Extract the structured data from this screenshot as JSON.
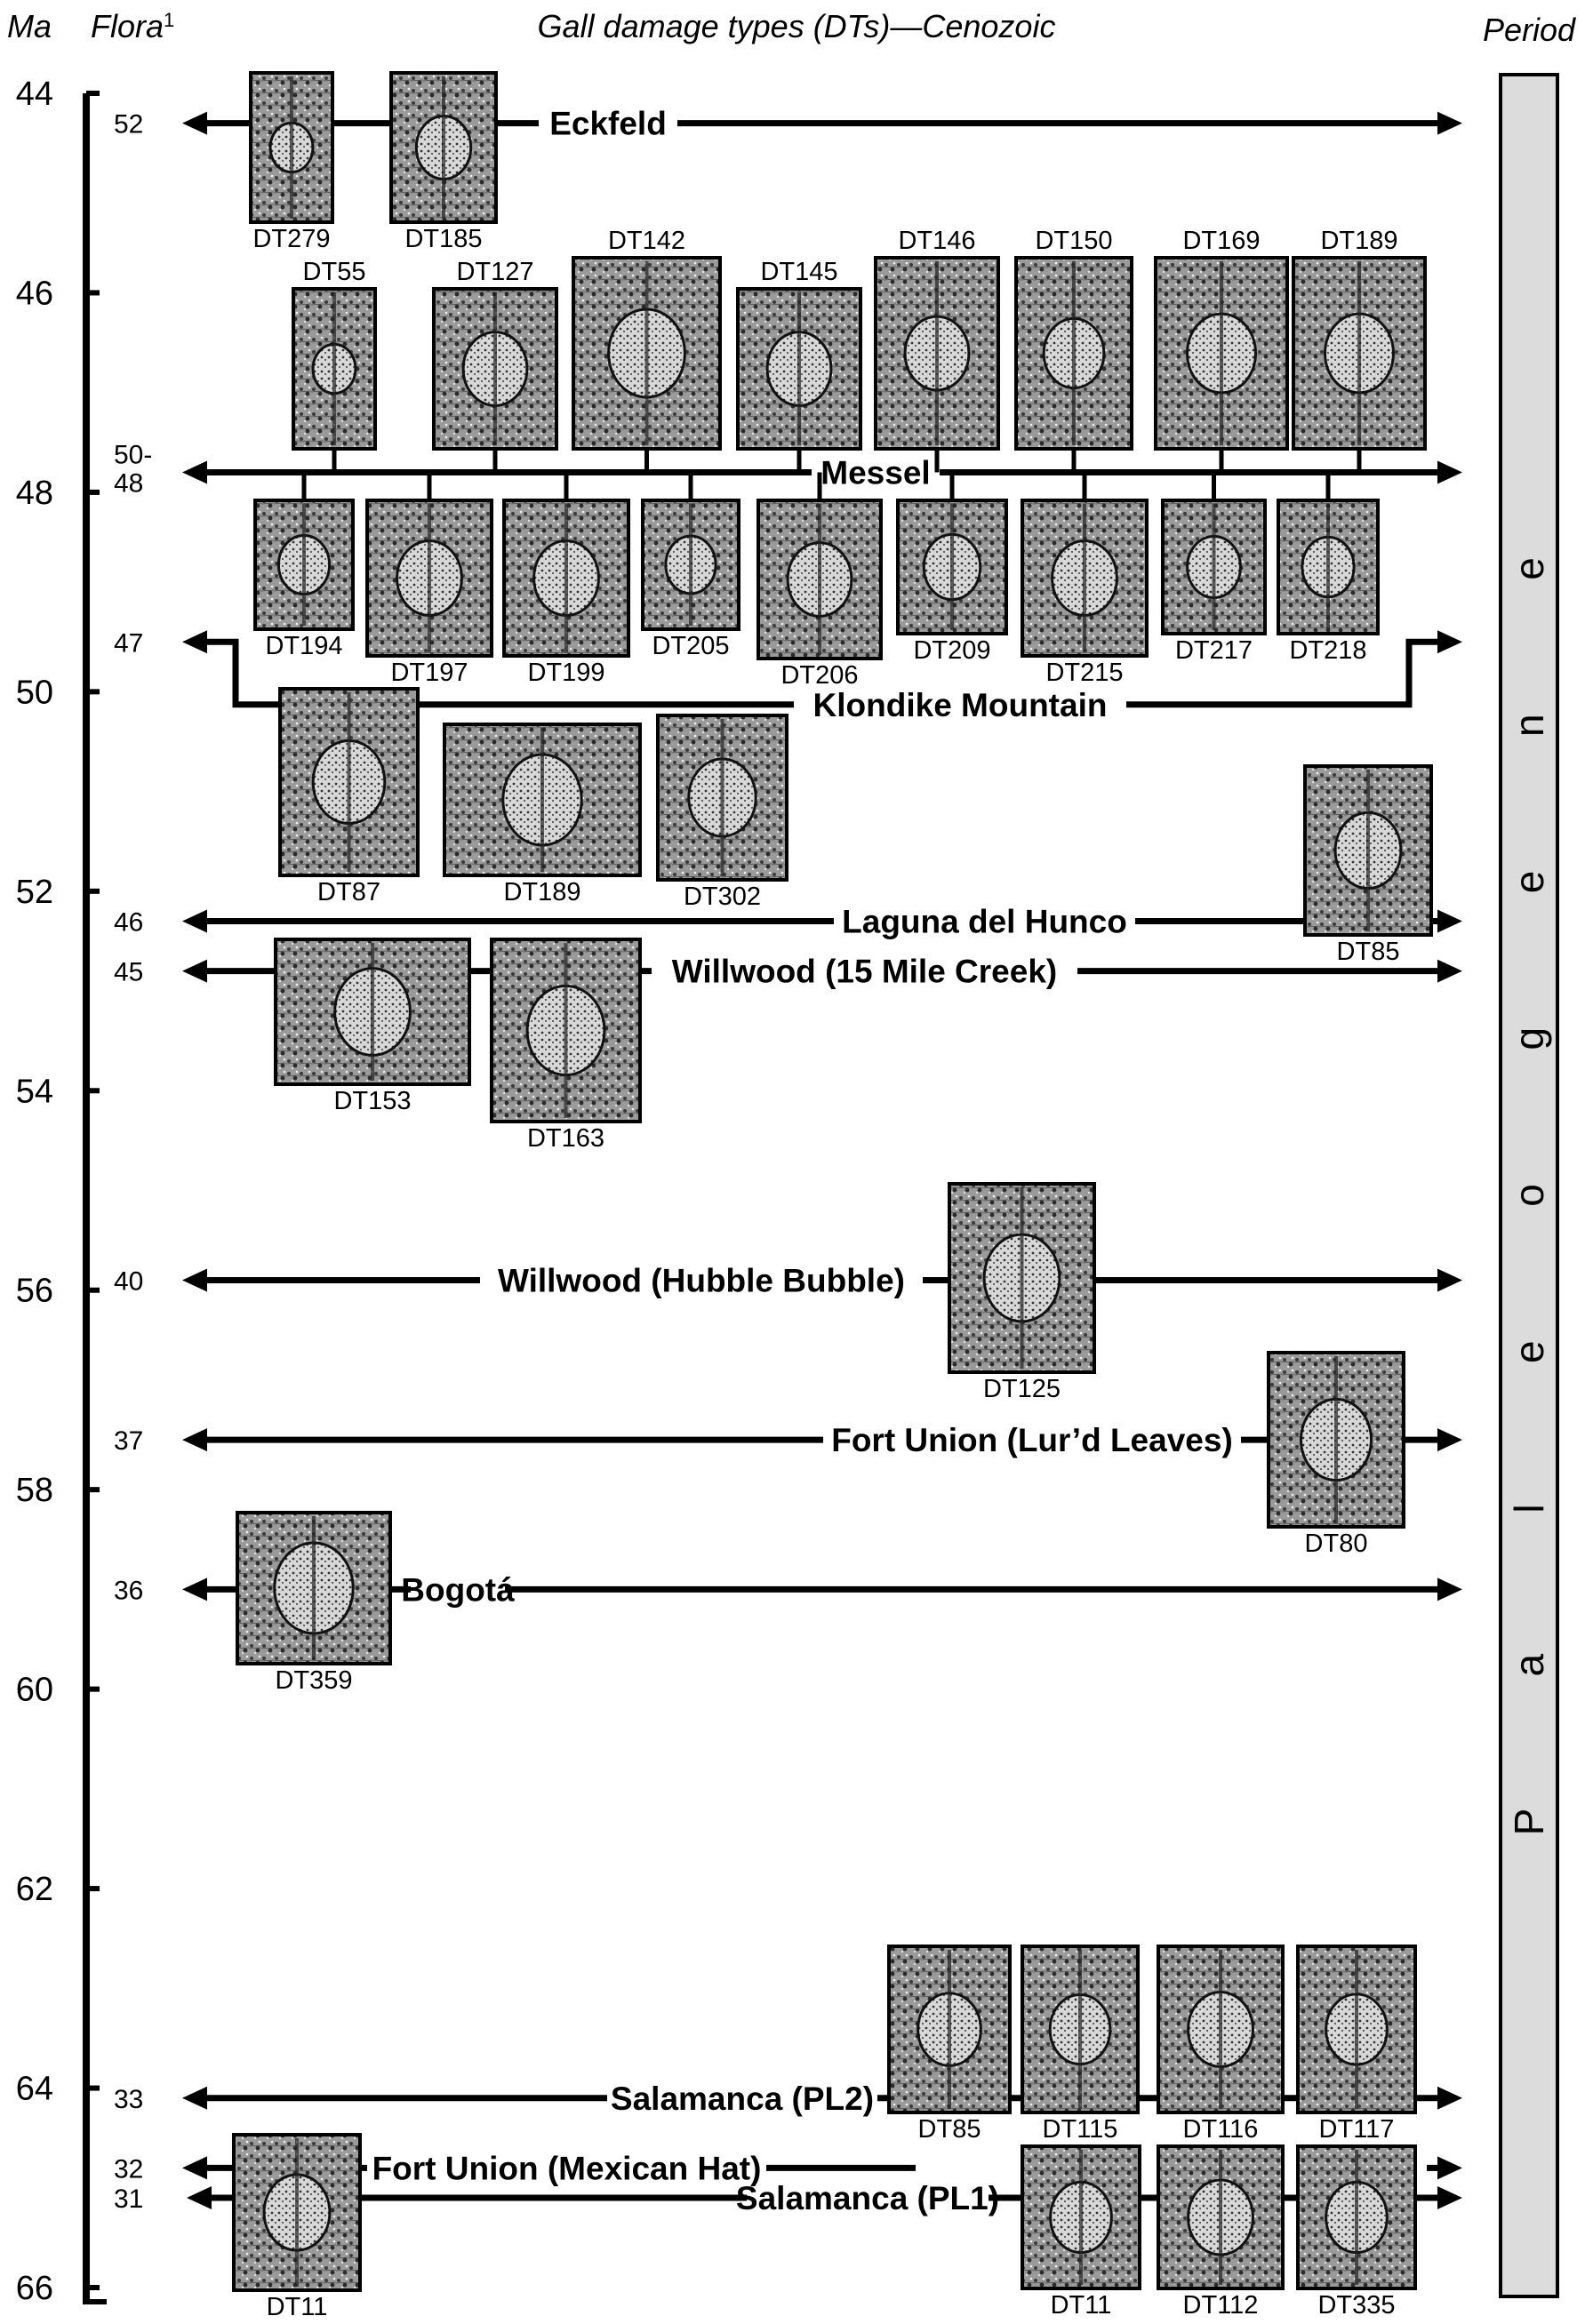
{
  "header": {
    "ma": "Ma",
    "flora": "Flora",
    "flora_sup": "1",
    "title": "Gall damage types (DTs)—Cenozoic",
    "period": "Period"
  },
  "axis_ticks": [
    44,
    46,
    48,
    50,
    52,
    54,
    56,
    58,
    60,
    62,
    64,
    66
  ],
  "period_name": "Paleogene",
  "floras": [
    {
      "id": "eckfeld",
      "number": "52",
      "name": "Eckfeld",
      "ma": 44.3
    },
    {
      "id": "messel",
      "number": "50-\n48",
      "name": "Messel",
      "ma": 47.8
    },
    {
      "id": "klondike",
      "number": "47",
      "name": "Klondike Mountain",
      "ma": 49.5
    },
    {
      "id": "laguna",
      "number": "46",
      "name": "Laguna del Hunco",
      "ma": 52.3
    },
    {
      "id": "willwood15",
      "number": "45",
      "name": "Willwood (15 Mile Creek)",
      "ma": 52.8
    },
    {
      "id": "hubble",
      "number": "40",
      "name": "Willwood (Hubble Bubble)",
      "ma": 55.9
    },
    {
      "id": "lurd",
      "number": "37",
      "name": "Fort Union (Lur’d Leaves)",
      "ma": 57.5
    },
    {
      "id": "bogota",
      "number": "36",
      "name": "Bogotá",
      "ma": 59.0
    },
    {
      "id": "salpl2",
      "number": "33",
      "name": "Salamanca (PL2)",
      "ma": 64.1
    },
    {
      "id": "mexhat",
      "number": "32",
      "name": "Fort Union (Mexican Hat)",
      "ma": 64.8
    },
    {
      "id": "salpl1",
      "number": "31",
      "name": "Salamanca (PL1)",
      "ma": 65.1
    }
  ],
  "damage_types": [
    {
      "label": "DT279",
      "flora": "eckfeld"
    },
    {
      "label": "DT185",
      "flora": "eckfeld"
    },
    {
      "label": "DT55",
      "flora": "messel"
    },
    {
      "label": "DT127",
      "flora": "messel"
    },
    {
      "label": "DT142",
      "flora": "messel"
    },
    {
      "label": "DT145",
      "flora": "messel"
    },
    {
      "label": "DT146",
      "flora": "messel"
    },
    {
      "label": "DT150",
      "flora": "messel"
    },
    {
      "label": "DT169",
      "flora": "messel"
    },
    {
      "label": "DT189",
      "flora": "messel"
    },
    {
      "label": "DT194",
      "flora": "messel"
    },
    {
      "label": "DT197",
      "flora": "messel"
    },
    {
      "label": "DT199",
      "flora": "messel"
    },
    {
      "label": "DT205",
      "flora": "messel"
    },
    {
      "label": "DT206",
      "flora": "messel"
    },
    {
      "label": "DT209",
      "flora": "messel"
    },
    {
      "label": "DT215",
      "flora": "messel"
    },
    {
      "label": "DT217",
      "flora": "messel"
    },
    {
      "label": "DT218",
      "flora": "messel"
    },
    {
      "label": "DT87",
      "flora": "klondike"
    },
    {
      "label": "DT189",
      "flora": "klondike"
    },
    {
      "label": "DT302",
      "flora": "klondike"
    },
    {
      "label": "DT85",
      "flora": "laguna"
    },
    {
      "label": "DT153",
      "flora": "willwood15"
    },
    {
      "label": "DT163",
      "flora": "willwood15"
    },
    {
      "label": "DT125",
      "flora": "hubble"
    },
    {
      "label": "DT80",
      "flora": "lurd"
    },
    {
      "label": "DT359",
      "flora": "bogota"
    },
    {
      "label": "DT85",
      "flora": "salpl2"
    },
    {
      "label": "DT115",
      "flora": "salpl2"
    },
    {
      "label": "DT116",
      "flora": "salpl2"
    },
    {
      "label": "DT117",
      "flora": "salpl2"
    },
    {
      "label": "DT11",
      "flora": "mexhat"
    },
    {
      "label": "DT11",
      "flora": "salpl1"
    },
    {
      "label": "DT112",
      "flora": "salpl1"
    },
    {
      "label": "DT335",
      "flora": "salpl1"
    }
  ]
}
